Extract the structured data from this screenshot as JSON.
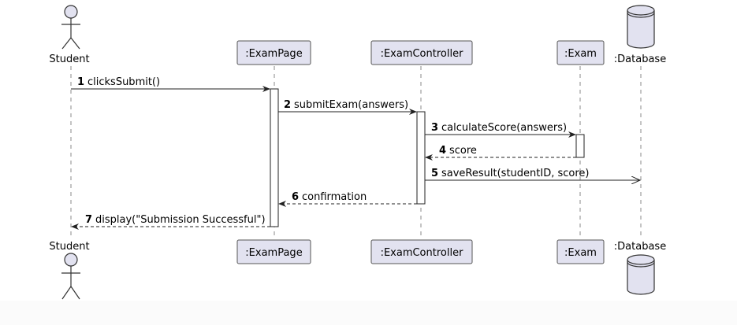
{
  "participants": {
    "student": "Student",
    "exam_page": ":ExamPage",
    "exam_controller": ":ExamController",
    "exam": ":Exam",
    "database": ":Database"
  },
  "messages": [
    {
      "num": "1",
      "text": "clicksSubmit()"
    },
    {
      "num": "2",
      "text": "submitExam(answers)"
    },
    {
      "num": "3",
      "text": "calculateScore(answers)"
    },
    {
      "num": "4",
      "text": "score"
    },
    {
      "num": "5",
      "text": "saveResult(studentID, score)"
    },
    {
      "num": "6",
      "text": "confirmation"
    },
    {
      "num": "7",
      "text": "display(\"Submission Successful\")"
    }
  ]
}
